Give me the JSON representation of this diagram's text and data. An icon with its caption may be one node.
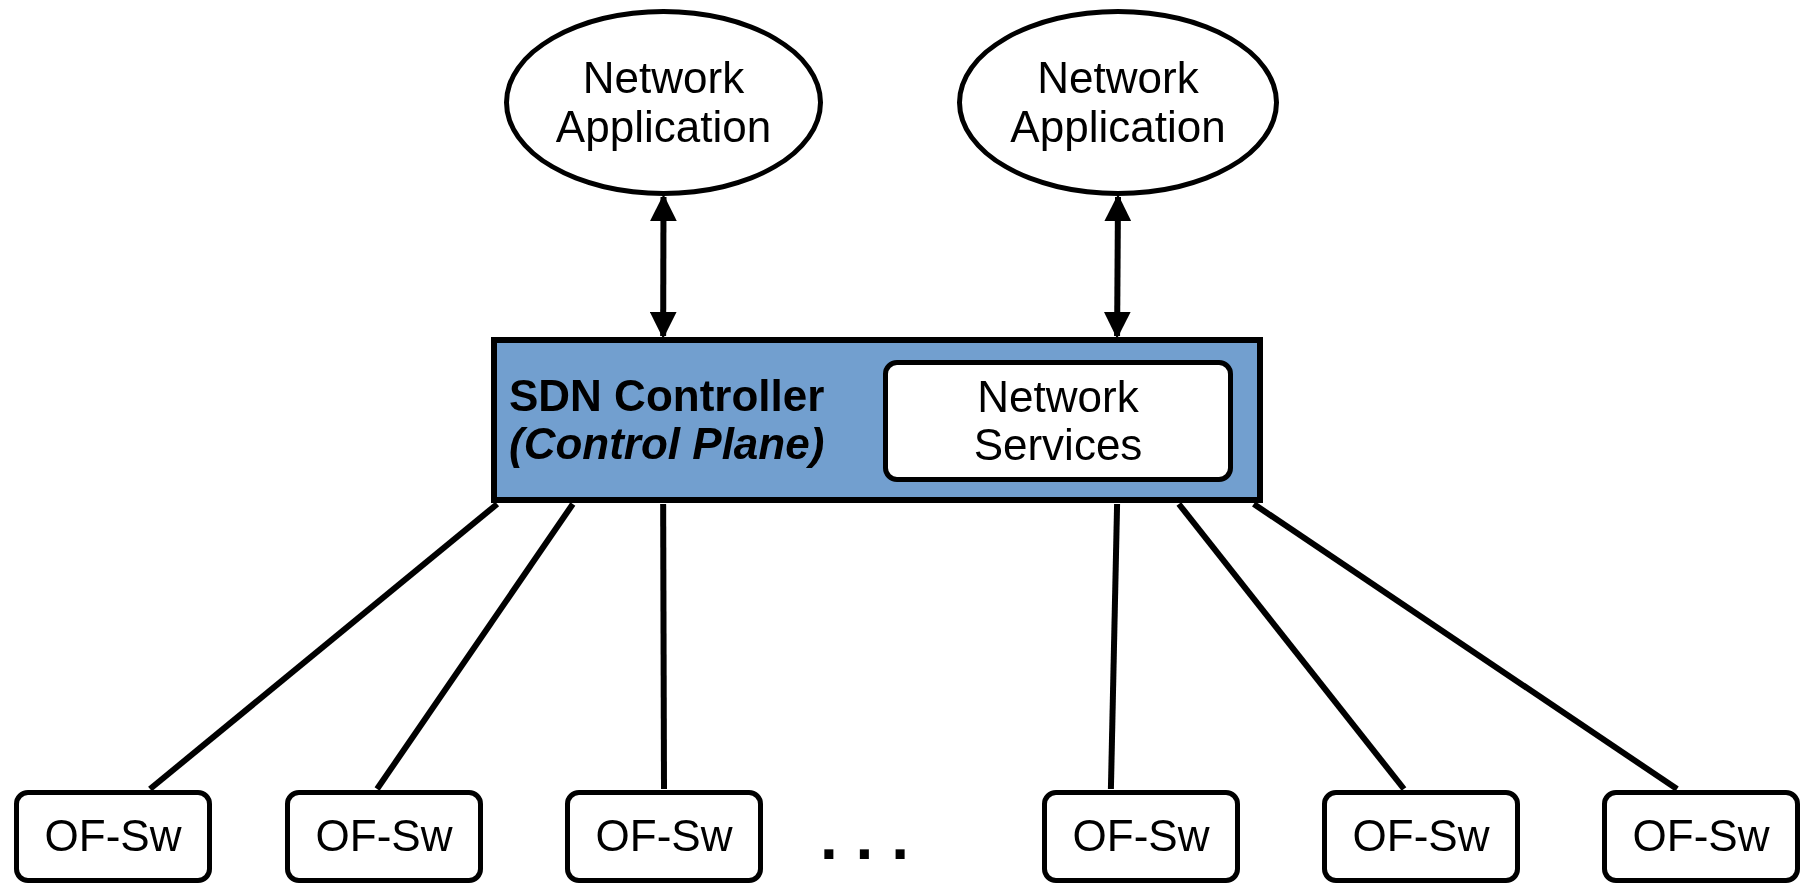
{
  "diagram": {
    "nodes": [
      {
        "text": [
          "Network Application"
        ]
      },
      {
        "text": [
          "Network Application"
        ]
      },
      {
        "text": [
          "SDN Controller",
          "(Control Plane)"
        ]
      },
      {
        "text": [
          "Network Services"
        ],
        "in": 2
      },
      {
        "text": [
          "OF-Sw"
        ]
      },
      {
        "text": [
          "OF-Sw"
        ]
      },
      {
        "text": [
          "OF-Sw"
        ]
      },
      {
        "text": [
          "OF-Sw"
        ]
      },
      {
        "text": [
          "OF-Sw"
        ]
      },
      {
        "text": [
          "OF-Sw"
        ]
      }
    ],
    "edges": [
      {
        "from": 0,
        "to": 2,
        "arrow": "both"
      },
      {
        "from": 1,
        "to": 2,
        "arrow": "both"
      },
      {
        "from": 2,
        "to": 4,
        "arrow": "none"
      },
      {
        "from": 2,
        "to": 5,
        "arrow": "none"
      },
      {
        "from": 2,
        "to": 6,
        "arrow": "none"
      },
      {
        "from": 2,
        "to": 7,
        "arrow": "none"
      },
      {
        "from": 2,
        "to": 8,
        "arrow": "none"
      },
      {
        "from": 2,
        "to": 9,
        "arrow": "none"
      }
    ],
    "labels": [
      ". . ."
    ]
  }
}
